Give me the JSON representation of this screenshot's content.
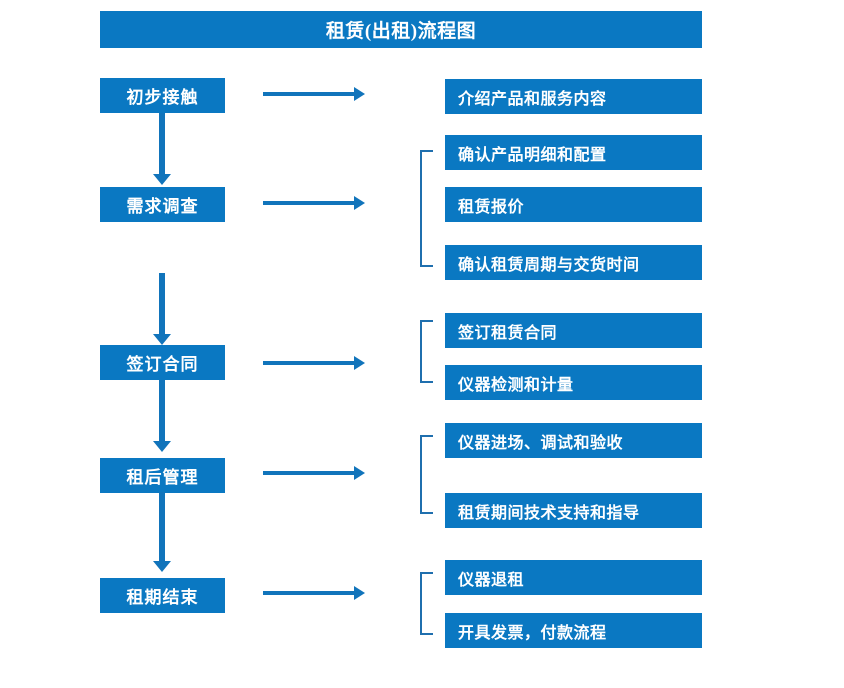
{
  "diagram": {
    "title": "租赁(出租)流程图",
    "accent_color": "#0a78c2",
    "arrow_color": "#1174bb",
    "bracket_color": "#1f6fae",
    "stages": [
      {
        "id": "initial-contact",
        "label": "初步接触",
        "details": [
          "介绍产品和服务内容"
        ],
        "bracketed": false
      },
      {
        "id": "needs-survey",
        "label": "需求调查",
        "details": [
          "确认产品明细和配置",
          "租赁报价",
          "确认租赁周期与交货时间"
        ],
        "bracketed": true
      },
      {
        "id": "sign-contract",
        "label": "签订合同",
        "details": [
          "签订租赁合同",
          "仪器检测和计量"
        ],
        "bracketed": true
      },
      {
        "id": "post-rental-management",
        "label": "租后管理",
        "details": [
          "仪器进场、调试和验收",
          "租赁期间技术支持和指导"
        ],
        "bracketed": true
      },
      {
        "id": "rental-end",
        "label": "租期结束",
        "details": [
          "仪器退租",
          "开具发票，付款流程"
        ],
        "bracketed": true
      }
    ],
    "connectors": {
      "vertical_arrow": "down-arrow",
      "horizontal_arrow": "right-arrow"
    }
  }
}
